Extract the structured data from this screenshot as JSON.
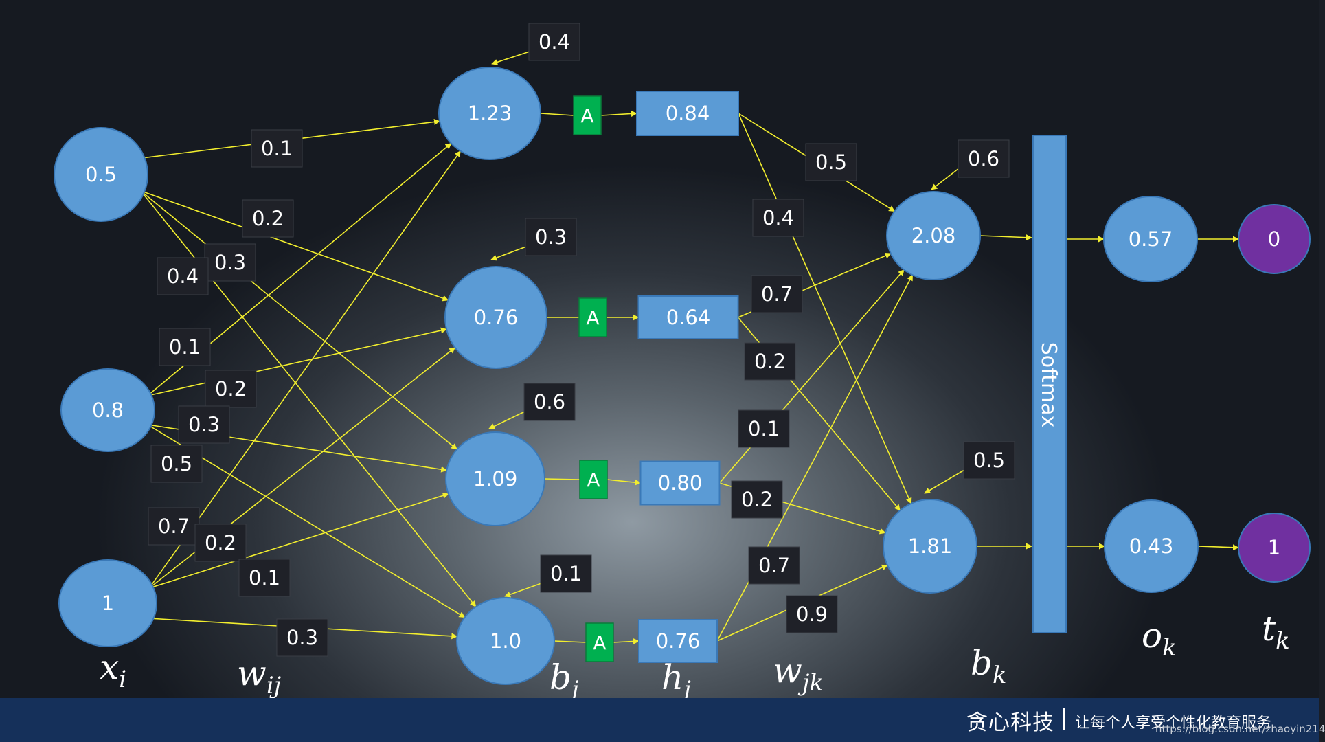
{
  "diagram": {
    "input_nodes": [
      {
        "id": "x1",
        "value": "0.5"
      },
      {
        "id": "x2",
        "value": "0.8"
      },
      {
        "id": "x3",
        "value": "1"
      }
    ],
    "hidden_nodes": [
      {
        "id": "h1",
        "value": "1.23",
        "bias": "0.4",
        "activation": "A",
        "output": "0.84"
      },
      {
        "id": "h2",
        "value": "0.76",
        "bias": "0.3",
        "activation": "A",
        "output": "0.64"
      },
      {
        "id": "h3",
        "value": "1.09",
        "bias": "0.6",
        "activation": "A",
        "output": "0.80"
      },
      {
        "id": "h4",
        "value": "1.0",
        "bias": "0.1",
        "activation": "A",
        "output": "0.76"
      }
    ],
    "output_nodes": [
      {
        "id": "k1",
        "value": "2.08",
        "bias": "0.6",
        "softmax_output": "0.57",
        "target": "0"
      },
      {
        "id": "k2",
        "value": "1.81",
        "bias": "0.5",
        "softmax_output": "0.43",
        "target": "1"
      }
    ],
    "input_to_hidden_weights": [
      {
        "from": "x1",
        "to": "h1",
        "weight": "0.1"
      },
      {
        "from": "x1",
        "to": "h2",
        "weight": "0.2"
      },
      {
        "from": "x1",
        "to": "h3",
        "weight": "0.3"
      },
      {
        "from": "x1",
        "to": "h4",
        "weight": "0.4"
      },
      {
        "from": "x2",
        "to": "h1",
        "weight": "0.1"
      },
      {
        "from": "x2",
        "to": "h2",
        "weight": "0.2"
      },
      {
        "from": "x2",
        "to": "h3",
        "weight": "0.3"
      },
      {
        "from": "x2",
        "to": "h4",
        "weight": "0.5"
      },
      {
        "from": "x3",
        "to": "h1",
        "weight": "0.7"
      },
      {
        "from": "x3",
        "to": "h2",
        "weight": "0.2"
      },
      {
        "from": "x3",
        "to": "h3",
        "weight": "0.1"
      },
      {
        "from": "x3",
        "to": "h4",
        "weight": "0.3"
      }
    ],
    "hidden_to_output_weights": [
      {
        "from": "h1",
        "to": "k1",
        "weight": "0.5"
      },
      {
        "from": "h1",
        "to": "k2",
        "weight": "0.4"
      },
      {
        "from": "h2",
        "to": "k1",
        "weight": "0.7"
      },
      {
        "from": "h2",
        "to": "k2",
        "weight": "0.2"
      },
      {
        "from": "h3",
        "to": "k1",
        "weight": "0.1"
      },
      {
        "from": "h3",
        "to": "k2",
        "weight": "0.2"
      },
      {
        "from": "h4",
        "to": "k1",
        "weight": "0.7"
      },
      {
        "from": "h4",
        "to": "k2",
        "weight": "0.9"
      }
    ],
    "softmax_label": "Softmax",
    "layer_labels": [
      {
        "base": "x",
        "sub": "i"
      },
      {
        "base": "w",
        "sub": "ij"
      },
      {
        "base": "b",
        "sub": "j"
      },
      {
        "base": "h",
        "sub": "j"
      },
      {
        "base": "w",
        "sub": "jk"
      },
      {
        "base": "b",
        "sub": "k"
      },
      {
        "base": "o",
        "sub": "k"
      },
      {
        "base": "t",
        "sub": "k"
      }
    ]
  },
  "colors": {
    "node_fill": "#5b9bd5",
    "node_stroke": "#3a79b8",
    "target_fill": "#7030a0",
    "activation_fill": "#00b050",
    "weight_box_fill": "#1f2128",
    "edge_color": "#f2ee2e",
    "footer_bg": "#15305a"
  },
  "footer": {
    "brand": "贪心科技",
    "slogan": "让每个人享受个性化教育服务",
    "url": "https://blog.csdn.net/zhaoyin214"
  }
}
